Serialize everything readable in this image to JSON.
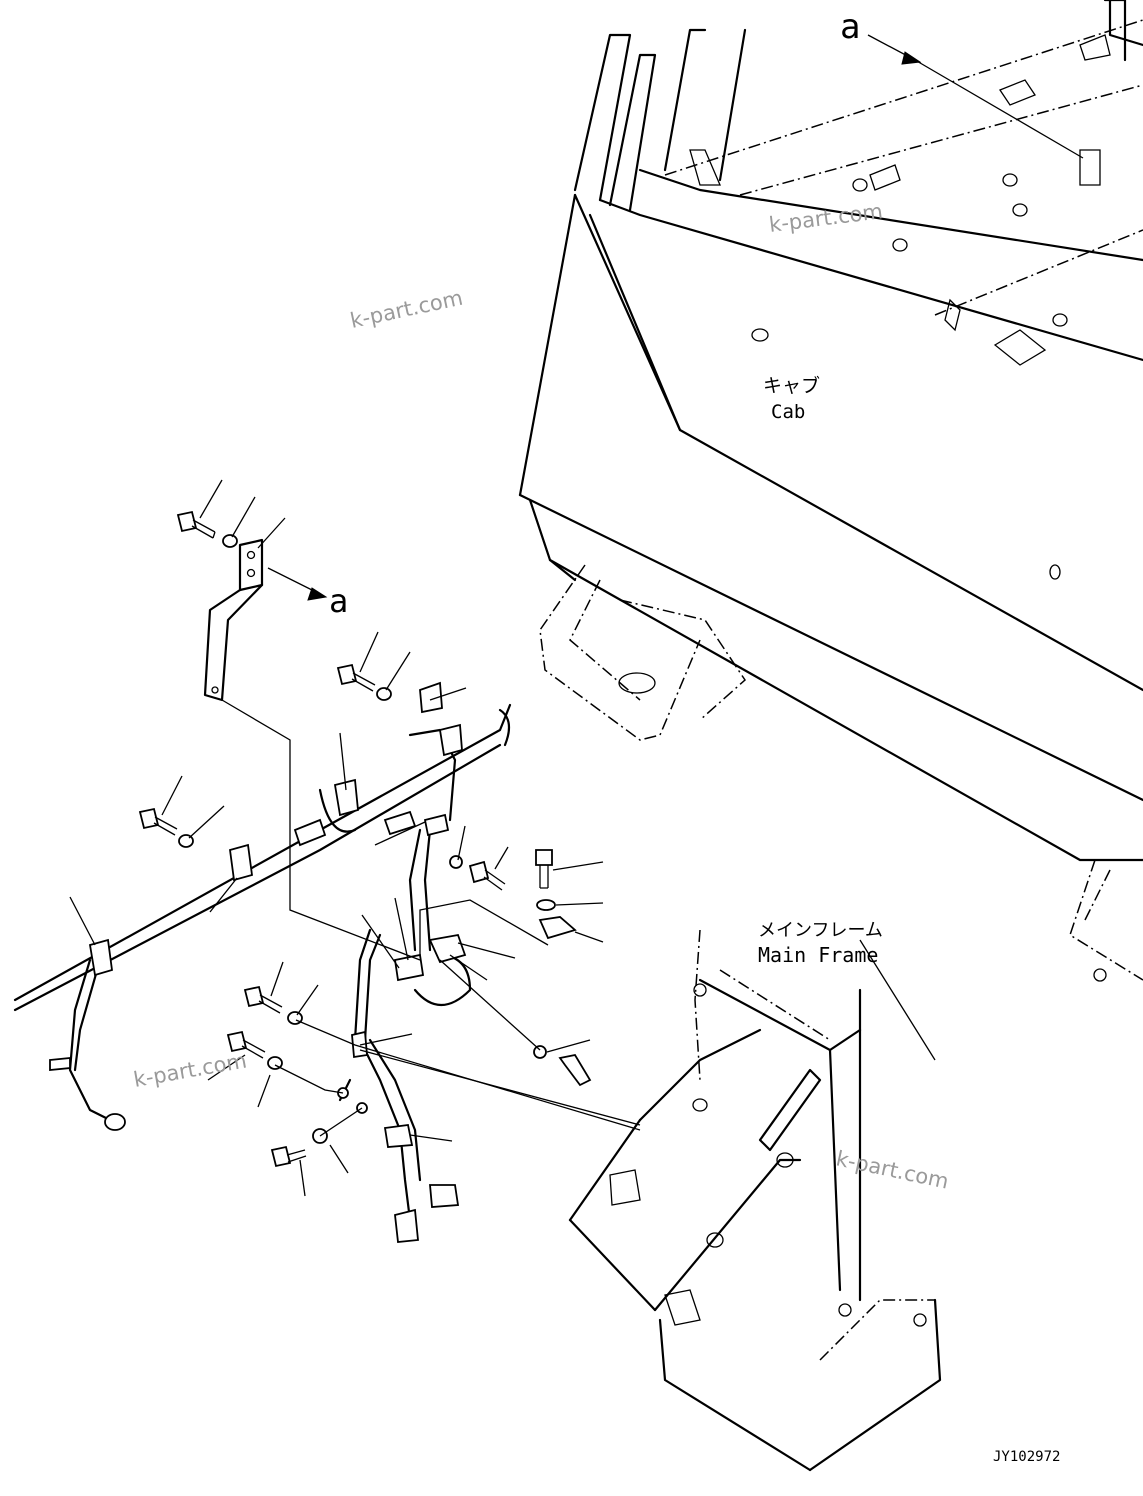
{
  "labels": {
    "cab_jp": "キャブ",
    "cab_en": "Cab",
    "mainframe_jp": "メインフレーム",
    "mainframe_en": "Main Frame",
    "ref_a_top": "a",
    "ref_a_bracket": "a",
    "drawing_no": "JY102972"
  },
  "watermarks": [
    "k-part.com",
    "k-part.com",
    "k-part.com",
    "k-part.com"
  ]
}
